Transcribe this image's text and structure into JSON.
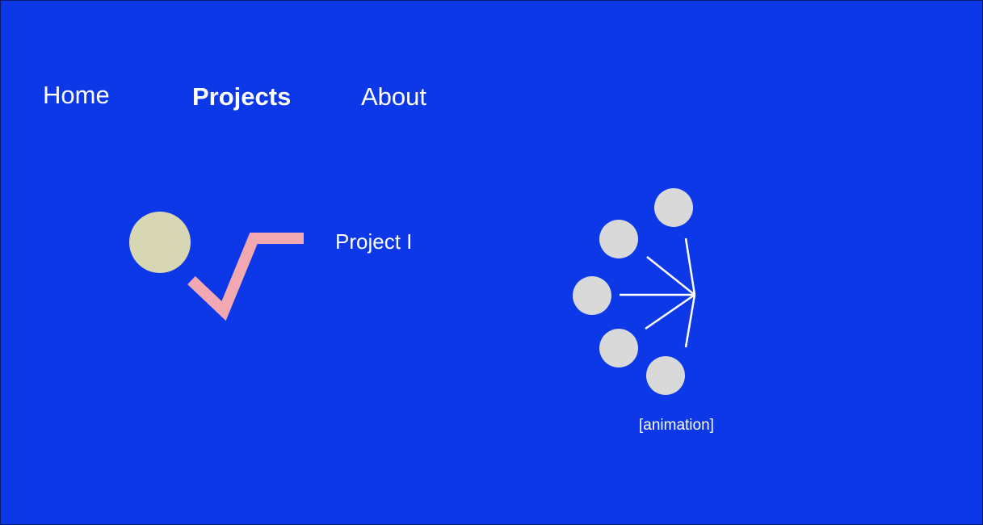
{
  "nav": {
    "items": [
      {
        "label": "Home"
      },
      {
        "label": "Projects",
        "active": true
      },
      {
        "label": "About"
      }
    ]
  },
  "projects": [
    {
      "label": "Project I",
      "icon": "circle-and-checkmark-icon"
    }
  ],
  "animation": {
    "caption": "[animation]",
    "icon": "circles-converging-arrows-icon"
  },
  "colors": {
    "background": "#0d38e8",
    "text": "#ffffff",
    "circle_beige": "#d8d7b4",
    "check_pink": "#f2a8b0",
    "animation_circles": "#d9d9d9"
  }
}
